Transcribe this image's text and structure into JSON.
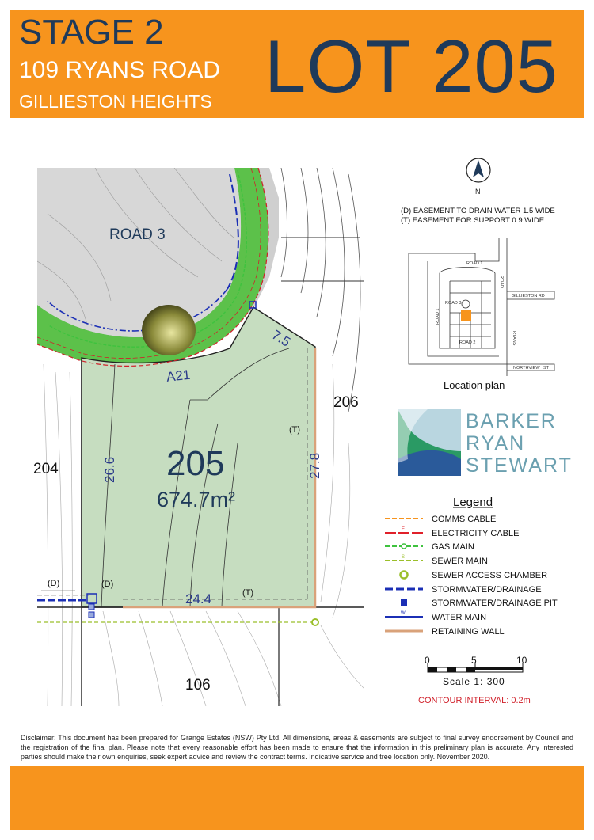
{
  "header": {
    "stage": "STAGE 2",
    "street": "109 RYANS ROAD",
    "suburb": "GILLIESTON HEIGHTS",
    "lot": "LOT 205"
  },
  "plan": {
    "road_label": "ROAD 3",
    "lot_number": "205",
    "lot_area": "674.7m²",
    "dim_top": "7.5",
    "dim_arc": "A21",
    "dim_left": "26.6",
    "dim_right": "27.8",
    "dim_bottom": "24.4",
    "neighbour_left": "204",
    "neighbour_right": "206",
    "neighbour_bottom": "106",
    "easement_t_right": "(T)",
    "easement_t_bottom": "(T)",
    "easement_d_left": "(D)",
    "easement_d_right": "(D)"
  },
  "north": {
    "letter": "N"
  },
  "easement_notes": [
    "(D) EASEMENT TO DRAIN WATER 1.5 WIDE",
    "(T) EASEMENT FOR SUPPORT 0.9 WIDE"
  ],
  "location_plan": {
    "caption": "Location plan",
    "road_1": "ROAD 1",
    "road_1_side": "ROAD 1",
    "road_2": "ROAD 2",
    "road_3": "ROAD 3",
    "road_side": "ROAD",
    "gillieston": "GILLIESTON RD",
    "ryans": "RYANS",
    "northview": "NORTHVIEW",
    "st": "ST"
  },
  "brand": {
    "line1": "BARKER",
    "line2": "RYAN",
    "line3": "STEWART"
  },
  "legend": {
    "title": "Legend",
    "items": [
      {
        "label": "COMMS CABLE",
        "color": "#f7941d"
      },
      {
        "label": "ELECTRICITY CABLE",
        "color": "#e0202a"
      },
      {
        "label": "GAS MAIN",
        "color": "#3ec23e"
      },
      {
        "label": "SEWER MAIN",
        "color": "#9bbf2a"
      },
      {
        "label": "SEWER ACCESS CHAMBER",
        "color": "#9bbf2a"
      },
      {
        "label": "STORMWATER/DRAINAGE",
        "color": "#1b2fb5"
      },
      {
        "label": "STORMWATER/DRAINAGE PIT",
        "color": "#1b2fb5"
      },
      {
        "label": "WATER MAIN",
        "color": "#1b2fb5"
      },
      {
        "label": "RETAINING WALL",
        "color": "#d9a27a"
      }
    ],
    "glyph_e": "E",
    "glyph_s": "S",
    "glyph_w": "W"
  },
  "scale": {
    "tick_0": "0",
    "tick_5": "5",
    "tick_10": "10",
    "label": "Scale 1: 300",
    "contour": "CONTOUR INTERVAL: 0.2m"
  },
  "disclaimer": "Disclaimer: This document has been prepared for Grange Estates (NSW) Pty Ltd. All dimensions, areas & easements are subject to final survey endorsement by Council and the registration of the final plan. Please note that every reasonable effort has been made to ensure that the information in this preliminary plan is accurate. Any interested parties should make their own enquiries, seek expert advice and review the contract terms. Indicative service and tree location only. November 2020.",
  "colors": {
    "header_bg": "#f7941d",
    "header_navy": "#1f3a5a",
    "lot_fill": "#c9dfc3",
    "road_fill": "#d0d0d0",
    "verge_green": "#5fc24e",
    "lot_highlight": "#f7941d",
    "contour_red": "#d0202a"
  }
}
